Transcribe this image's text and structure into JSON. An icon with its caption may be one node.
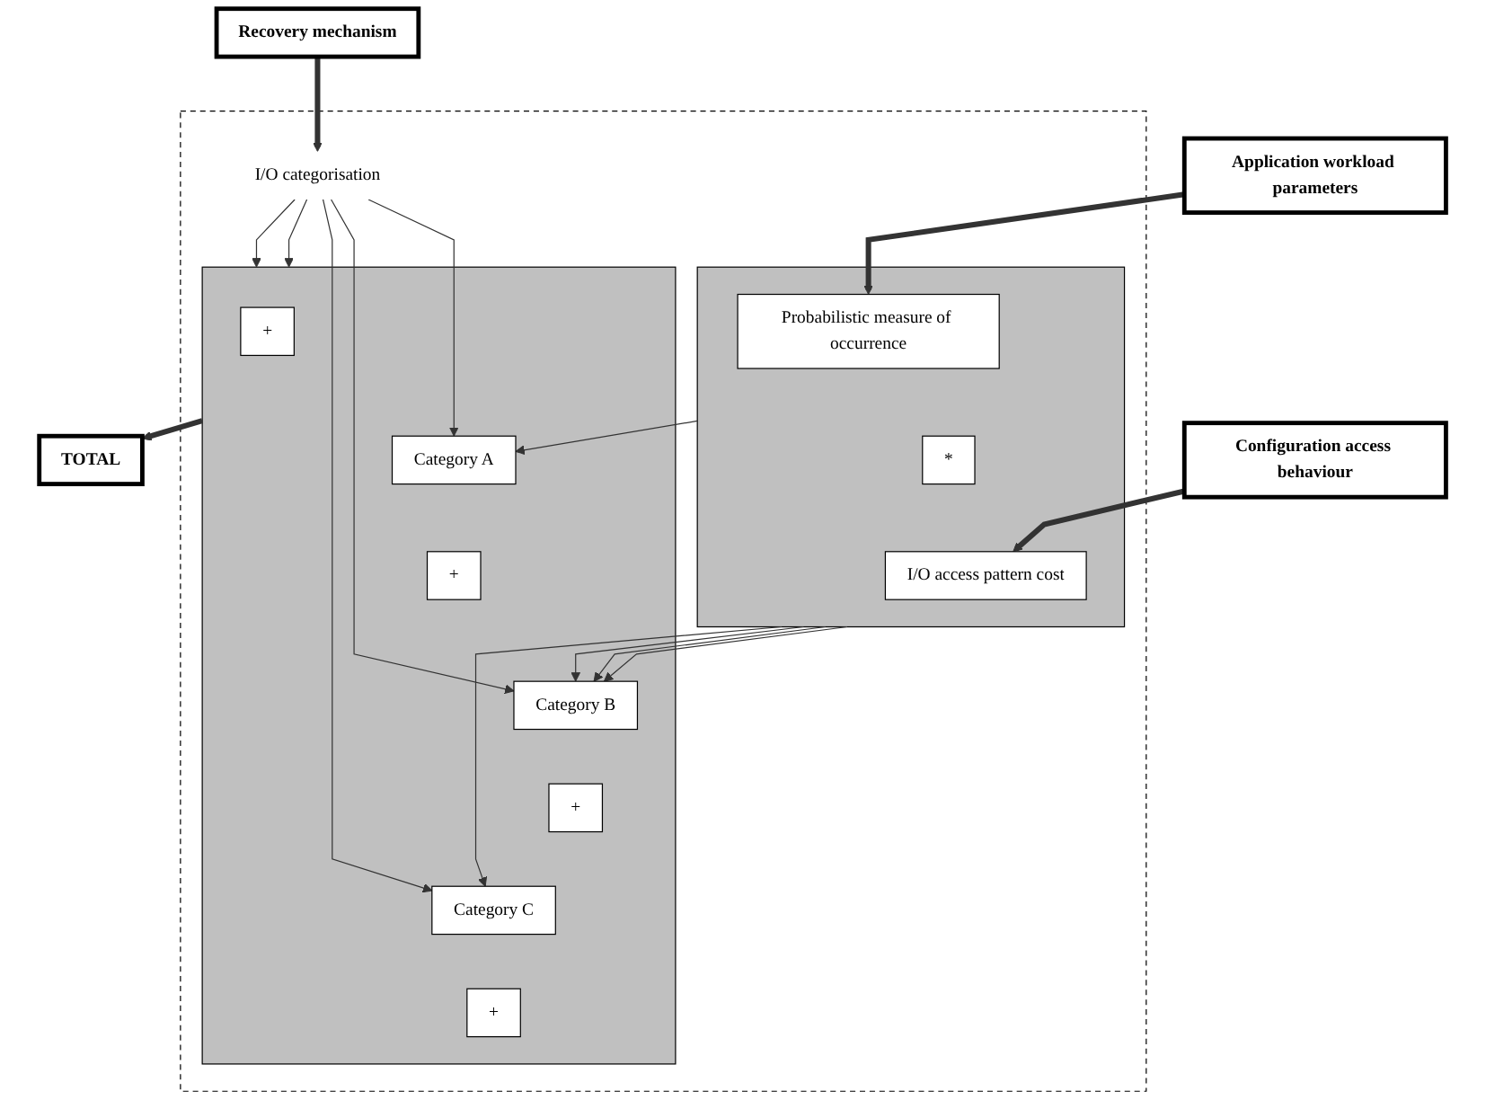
{
  "diagram": {
    "nodes": [
      {
        "text": [
          "Recovery mechanism"
        ]
      },
      {
        "text": [],
        "shape": "box"
      },
      {
        "text": [
          "I/O categorisation"
        ],
        "in": 1
      },
      {
        "text": [],
        "shape": "box",
        "in": 1
      },
      {
        "text": [
          "+"
        ],
        "in": 3
      },
      {
        "text": [
          "Category A"
        ],
        "in": 3
      },
      {
        "text": [
          "+"
        ],
        "in": 3
      },
      {
        "text": [
          "Category B"
        ],
        "in": 3
      },
      {
        "text": [
          "+"
        ],
        "in": 3
      },
      {
        "text": [
          "Category C"
        ],
        "in": 3
      },
      {
        "text": [
          "+"
        ],
        "in": 3
      },
      {
        "text": [
          "TOTAL"
        ]
      },
      {
        "text": [],
        "shape": "box",
        "in": 1
      },
      {
        "text": [
          "Probabilistic measure of occurrence"
        ],
        "in": 12
      },
      {
        "text": [
          "*"
        ],
        "in": 12
      },
      {
        "text": [
          "I/O access pattern cost"
        ],
        "in": 12
      },
      {
        "text": [
          "Application workload parameters"
        ]
      },
      {
        "text": [
          "Configuration access behaviour"
        ]
      }
    ],
    "edges": [
      {
        "from": 0,
        "to": 2,
        "arrow": "to",
        "style": "thick"
      },
      {
        "from": 2,
        "to": 3,
        "arrow": "to"
      },
      {
        "from": 2,
        "to": 5,
        "arrow": "to"
      },
      {
        "from": 2,
        "to": 7,
        "arrow": "to"
      },
      {
        "from": 2,
        "to": 9,
        "arrow": "to"
      },
      {
        "from": 2,
        "to": 3,
        "arrow": "to"
      },
      {
        "from": 3,
        "to": 11,
        "arrow": "to",
        "style": "thick"
      },
      {
        "from": 12,
        "to": 5,
        "arrow": "to"
      },
      {
        "from": 12,
        "to": 7,
        "arrow": "to"
      },
      {
        "from": 12,
        "to": 7,
        "arrow": "to"
      },
      {
        "from": 12,
        "to": 7,
        "arrow": "to"
      },
      {
        "from": 12,
        "to": 9,
        "arrow": "to"
      },
      {
        "from": 16,
        "to": 13,
        "arrow": "to",
        "style": "thick"
      },
      {
        "from": 17,
        "to": 15,
        "arrow": "to",
        "style": "thick"
      }
    ]
  }
}
